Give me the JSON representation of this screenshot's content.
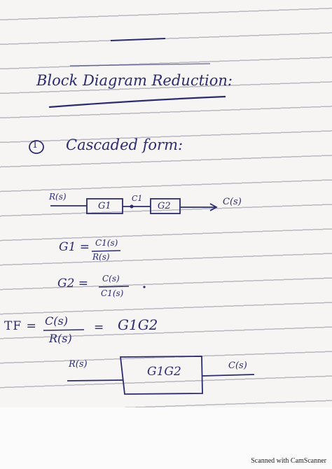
{
  "heading": "Block Diagram Reduction:",
  "section": {
    "number": "1",
    "title": "Cascaded form:"
  },
  "diagram1": {
    "input": "R(s)",
    "block1": "G1",
    "intermediate": "C1",
    "block2": "G2",
    "output": "C(s)"
  },
  "equations": {
    "g1_lhs": "G1 =",
    "g1_num": "C1(s)",
    "g1_den": "R(s)",
    "g2_lhs": "G2 =",
    "g2_num": "C(s)",
    "g2_den": "C1(s)",
    "tf_lhs": "TF =",
    "tf_num": "C(s)",
    "tf_den": "R(s)",
    "tf_eq": "=",
    "tf_result": "G1G2"
  },
  "diagram2": {
    "input": "R(s)",
    "block": "G1G2",
    "output": "C(s)"
  },
  "footer": "Scanned with CamScanner",
  "colors": {
    "ink": "#2b2c6e",
    "paper": "#f6f5f4"
  }
}
